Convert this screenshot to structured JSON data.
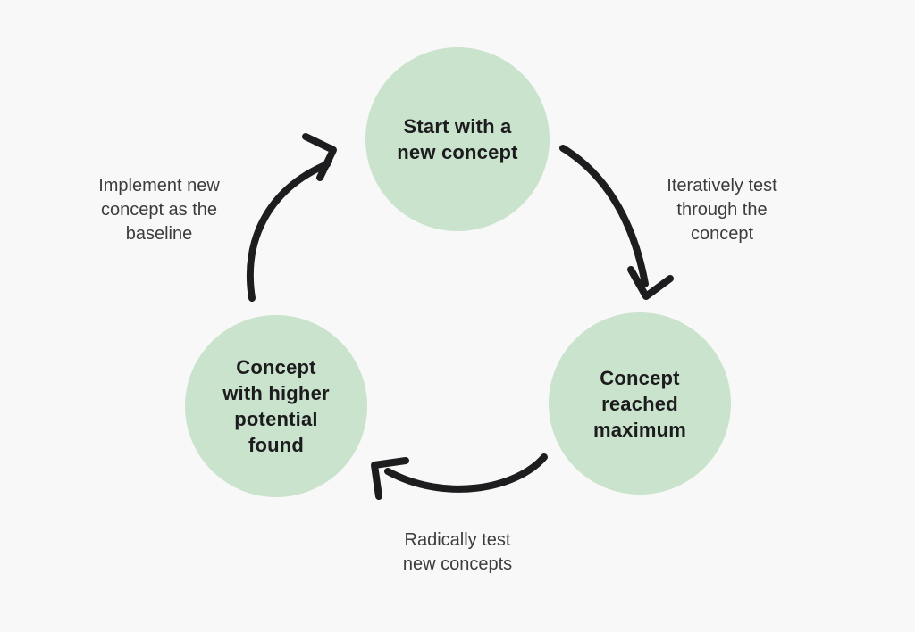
{
  "diagram": {
    "type": "cycle",
    "colors": {
      "background": "#f8f8f8",
      "circle_fill": "#c9e3cc",
      "arrow": "#1d1d1f",
      "node_text": "#1c1c1e",
      "label_text": "#3c3c3c"
    },
    "nodes": [
      {
        "id": "start",
        "label": "Start with a\nnew concept"
      },
      {
        "id": "maximum",
        "label": "Concept\nreached\nmaximum"
      },
      {
        "id": "potential",
        "label": "Concept\nwith higher\npotential\nfound"
      }
    ],
    "edges": [
      {
        "id": "iterate",
        "from": "start",
        "to": "maximum",
        "label": "Iteratively test\nthrough the\nconcept"
      },
      {
        "id": "radical",
        "from": "maximum",
        "to": "potential",
        "label": "Radically test\nnew concepts"
      },
      {
        "id": "implement",
        "from": "potential",
        "to": "start",
        "label": "Implement new\nconcept as the\nbaseline"
      }
    ]
  }
}
